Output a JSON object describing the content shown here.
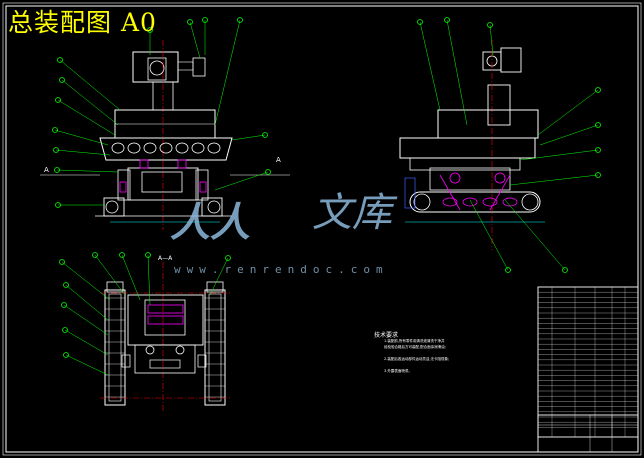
{
  "drawing": {
    "title": "总装配图 A0",
    "tech_requirements_title": "技术要求",
    "tech_requirements": [
      "1.装配前,所有零件用清洗液清洗干净并",
      "经检验合格后方可装配,配合面涂润滑油;",
      "2.装配后各运动部件运动灵活,无卡阻现象;",
      "3.外露表面喷漆。"
    ]
  },
  "watermark": {
    "url": "www.renrendoc.com",
    "logo_text": "人人",
    "logo_char": "文库"
  },
  "section_marks": {
    "left": "A",
    "right": "A",
    "top": "A—A"
  },
  "colors": {
    "background": "#000000",
    "outline": "#ffffff",
    "leader": "#00ff00",
    "centerline": "#ff0000",
    "detail": "#ff00ff",
    "dimension": "#00ffff",
    "title": "#ffff00",
    "hidden": "#4060ff"
  }
}
